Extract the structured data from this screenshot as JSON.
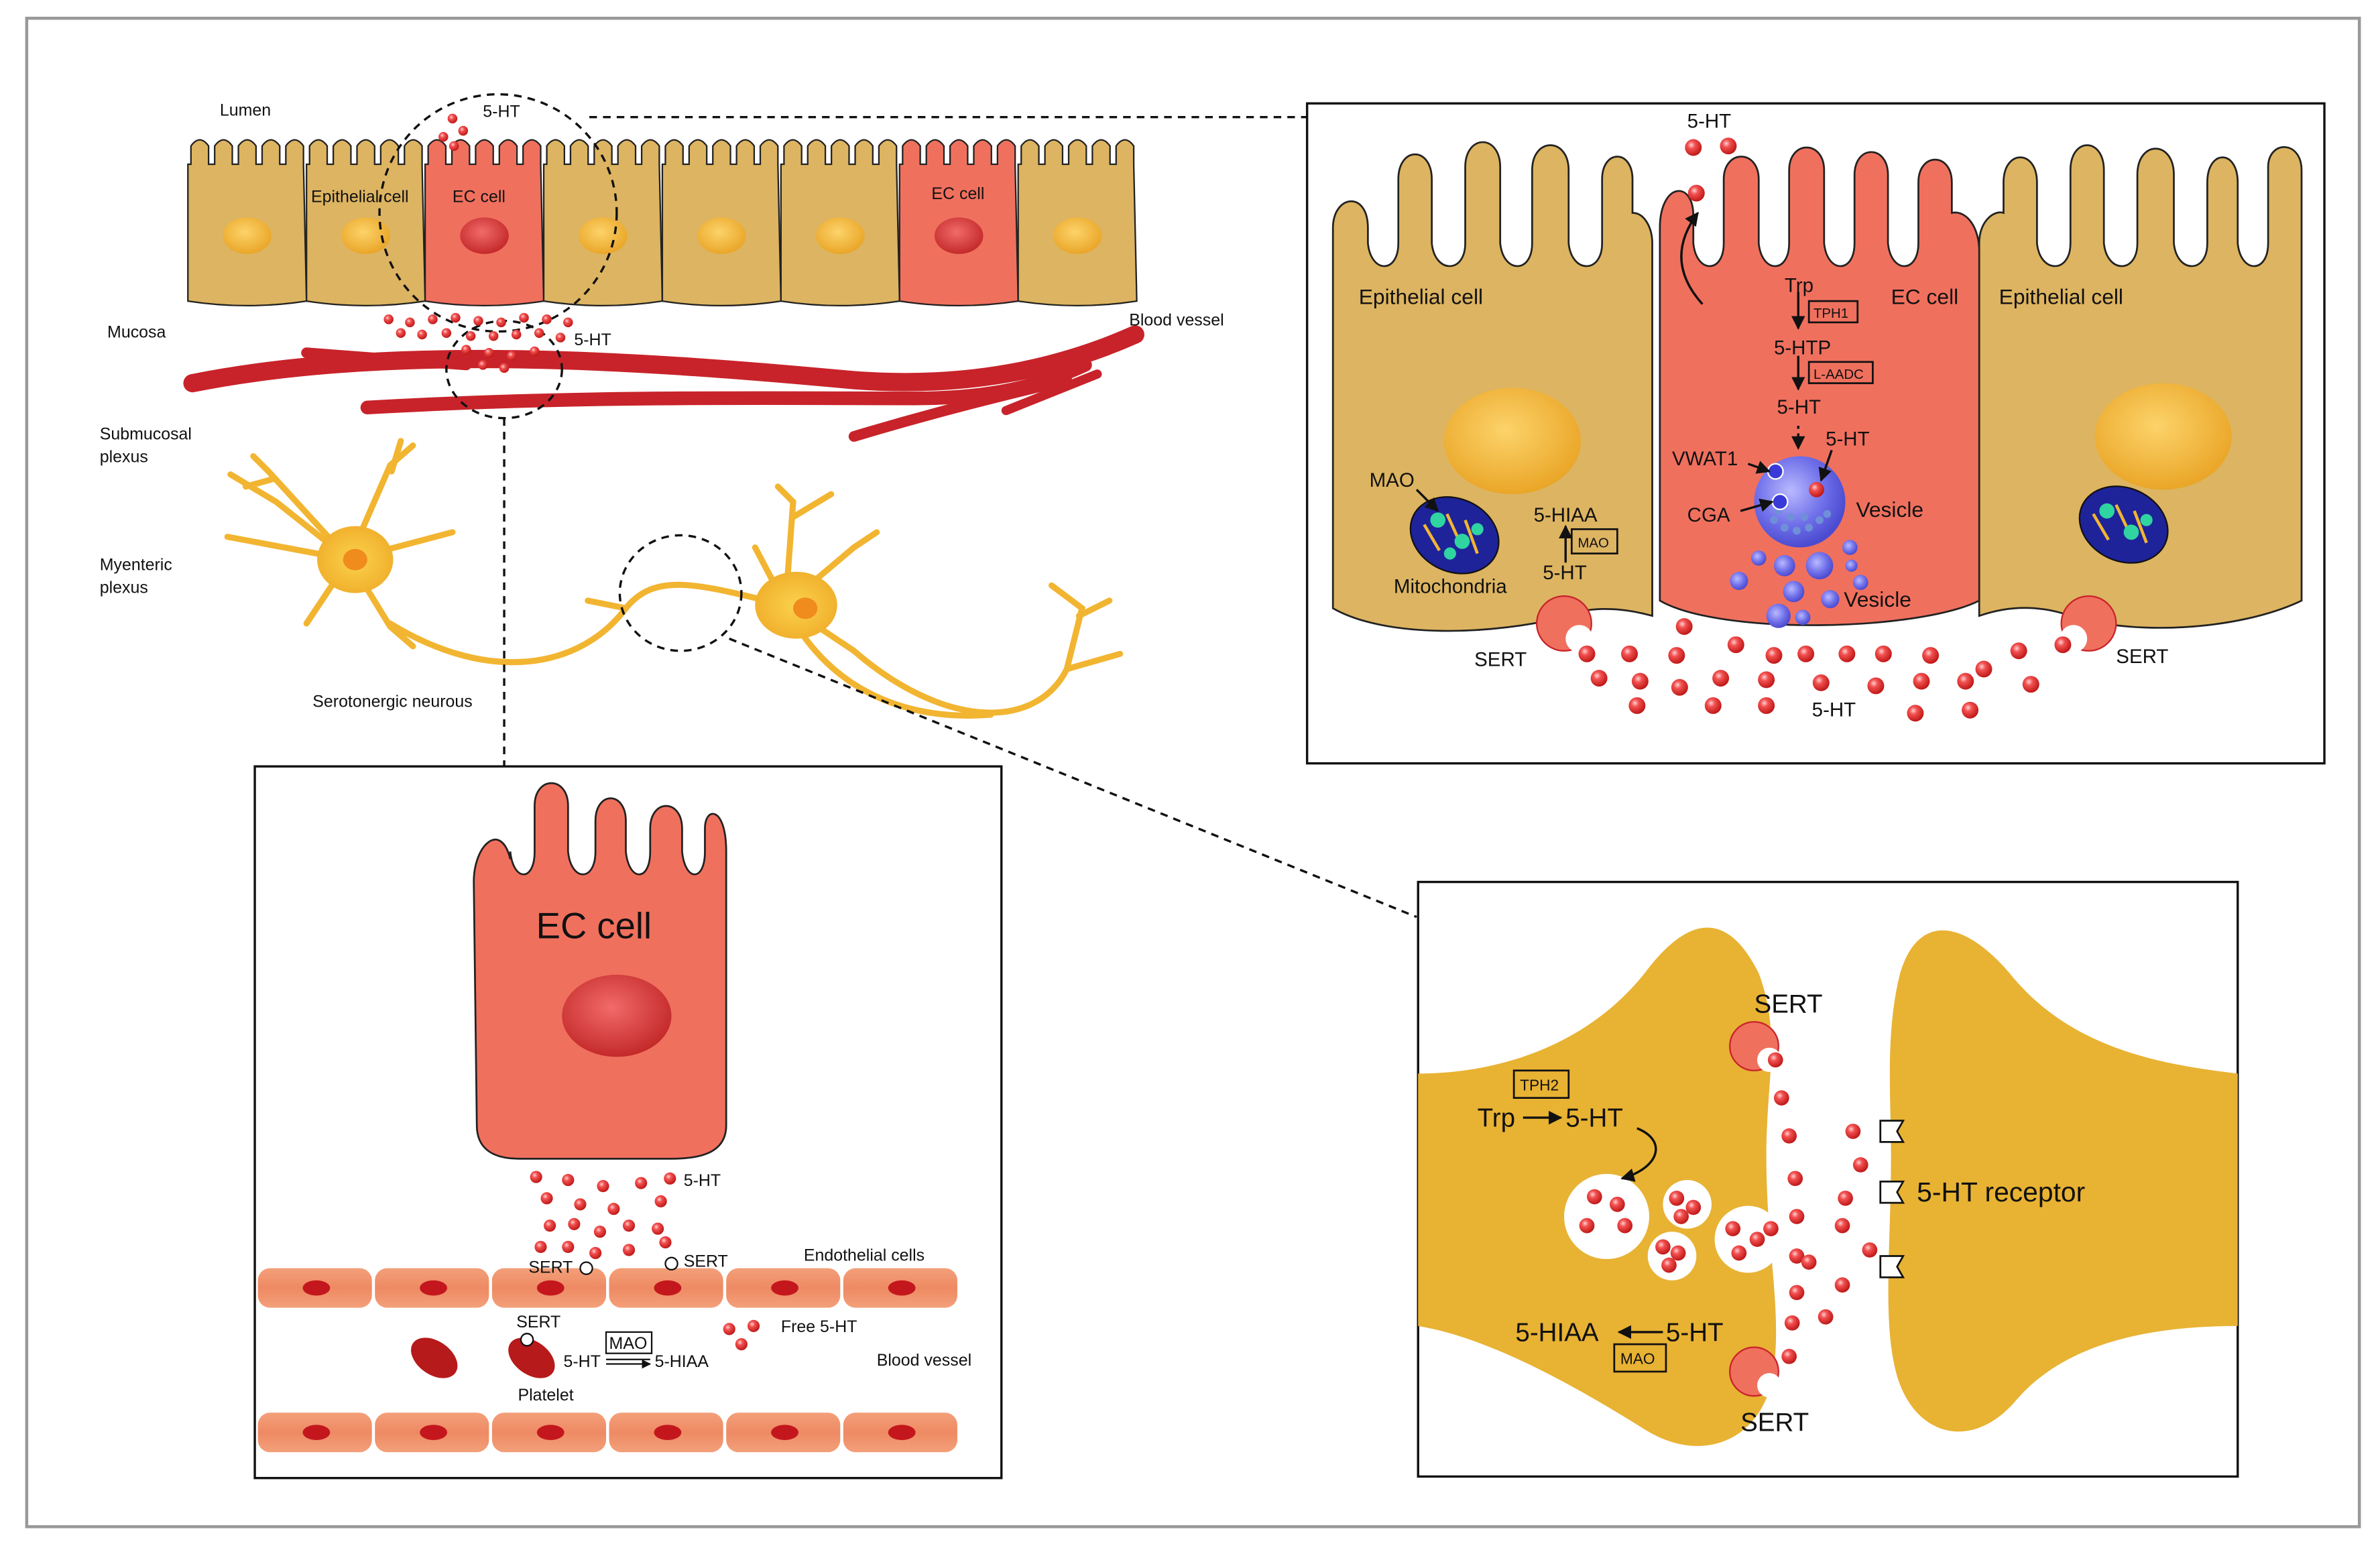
{
  "overview": {
    "lumen": "Lumen",
    "mucosa": "Mucosa",
    "submucosal_plexus": [
      "Submucosal",
      "plexus"
    ],
    "myenteric_plexus": [
      "Myenteric",
      "plexus"
    ],
    "serotonergic_neurons": "Serotonergic neurous",
    "epithelial_cell": "Epithelial cell",
    "ec_cell_1": "EC cell",
    "ec_cell_2": "EC cell",
    "ht_top": "5-HT",
    "ht_bottom": "5-HT",
    "blood_vessel": "Blood vessel"
  },
  "zoom_ec": {
    "ht_top": "5-HT",
    "epithelial_left": "Epithelial cell",
    "ec_cell": "EC cell",
    "epithelial_right": "Epithelial cell",
    "trp": "Trp",
    "tph1": "TPH1",
    "htp": "5-HTP",
    "laadc": "L-AADC",
    "ht_mid": "5-HT",
    "vwat1": "VWAT1",
    "ht_vesicle": "5-HT",
    "cga": "CGA",
    "vesicle_1": "Vesicle",
    "vesicle_2": "Vesicle",
    "mao_left": "MAO",
    "mitochondria": "Mitochondria",
    "hiaa": "5-HIAA",
    "mao_box": "MAO",
    "ht_left": "5-HT",
    "sert_left": "SERT",
    "sert_right": "SERT",
    "ht_bottom": "5-HT"
  },
  "blood_panel": {
    "ec_cell": "EC cell",
    "ht": "5-HT",
    "sert_1": "SERT",
    "sert_2": "SERT",
    "endothelial": "Endothelial cells",
    "sert_platelet": "SERT",
    "mao": "MAO",
    "ht_platelet": "5-HT",
    "hiaa": "5-HIAA",
    "platelet": "Platelet",
    "free_ht": "Free 5-HT",
    "blood_vessel": "Blood vessel"
  },
  "synapse_panel": {
    "sert_top": "SERT",
    "tph2": "TPH2",
    "trp": "Trp",
    "ht_synth": "5-HT",
    "receptor": "5-HT receptor",
    "hiaa": "5-HIAA",
    "ht_deg": "5-HT",
    "mao": "MAO",
    "sert_bottom": "SERT"
  },
  "colors": {
    "ec_red": "#F0705E",
    "epithelial_tan": "#DDB461",
    "neuron_yellow": "#F2B531",
    "synapse_gold": "#E8B233",
    "serotonin_red": "#E52C33",
    "vessel_red": "#C8232A",
    "vesicle_blue": "#6F6FEA",
    "mito_blue": "#1E239A"
  }
}
